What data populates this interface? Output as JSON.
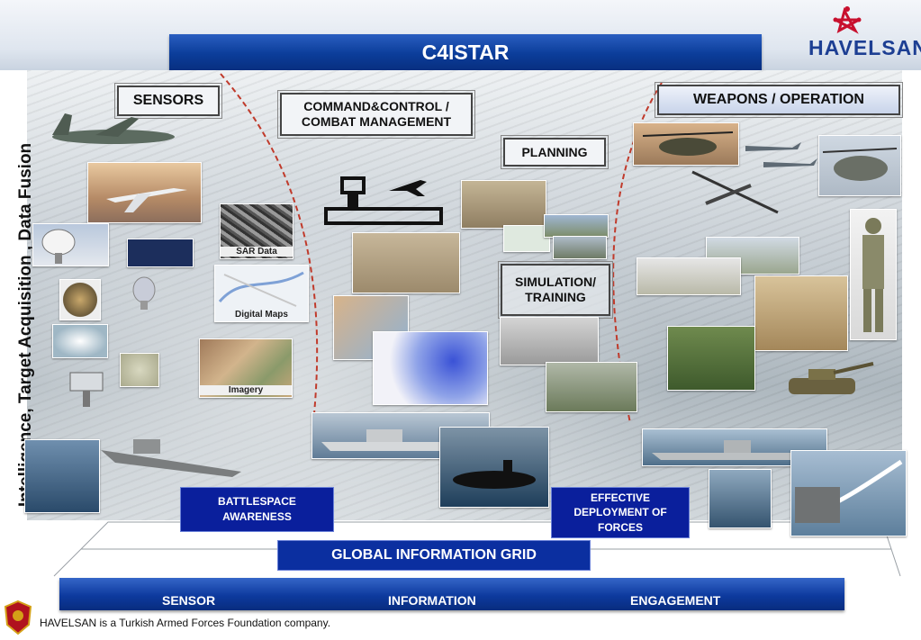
{
  "title": "C4ISTAR",
  "logo": {
    "text": "HAVELSAN"
  },
  "side_label": "Intelligence, Target Acquisition , Data Fusion",
  "sections": {
    "sensors": "SENSORS",
    "command_control_line1": "COMMAND&CONTROL /",
    "command_control_line2": "COMBAT MANAGEMENT",
    "planning": "PLANNING",
    "weapons": "WEAPONS / OPERATION",
    "simulation_line1": "SIMULATION/",
    "simulation_line2": "TRAINING"
  },
  "image_captions": {
    "sar": "SAR Data",
    "maps": "Digital Maps",
    "imagery": "Imagery"
  },
  "boxes": {
    "battlespace_line1": "BATTLESPACE",
    "battlespace_line2": "AWARENESS",
    "effective_line1": "EFFECTIVE",
    "effective_line2": "DEPLOYMENT OF",
    "effective_line3": "FORCES",
    "grid": "GLOBAL INFORMATION GRID"
  },
  "bottom_bar": {
    "sensor": "SENSOR",
    "information": "INFORMATION",
    "engagement": "ENGAGEMENT"
  },
  "footer": "HAVELSAN is a Turkish Armed Forces Foundation company.",
  "colors": {
    "title_blue": "#0b3d9a",
    "box_blue": "#0a1f9c",
    "logo_red": "#c8102e",
    "logo_blue": "#1d3f93",
    "dashed_red": "#c03a2b"
  }
}
